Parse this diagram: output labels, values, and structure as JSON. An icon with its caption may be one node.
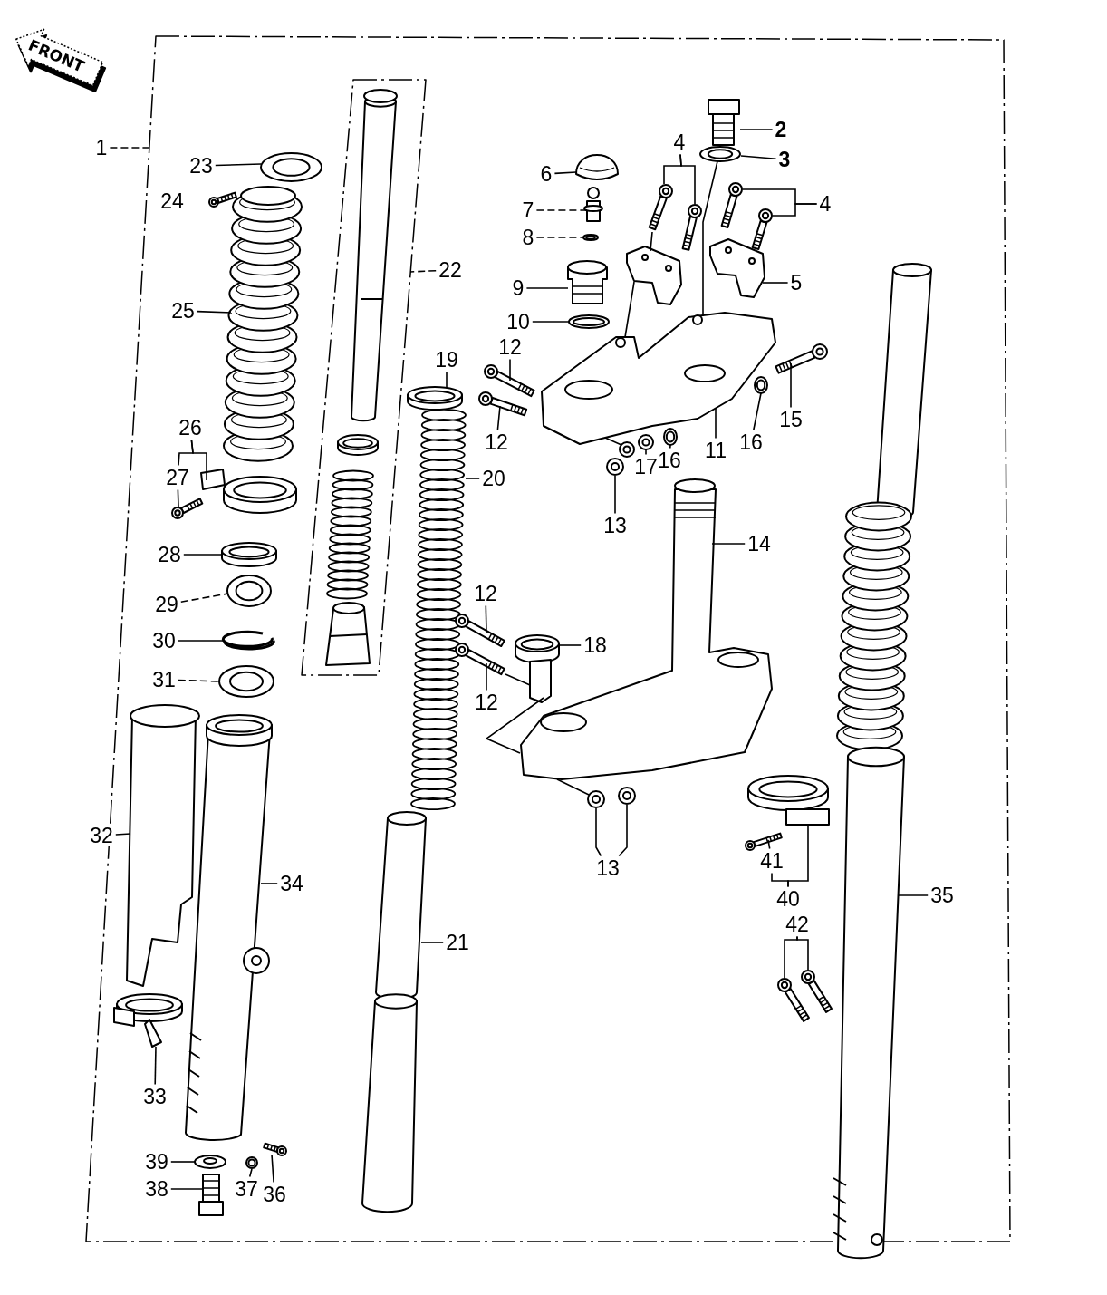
{
  "diagram": {
    "nodes": [
      {
        "text": [
          "1"
        ]
      },
      {
        "text": [
          "2"
        ]
      },
      {
        "text": [
          "3"
        ]
      },
      {
        "text": [
          "4"
        ]
      },
      {
        "text": [
          "4"
        ]
      },
      {
        "text": [
          "6"
        ]
      },
      {
        "text": [
          "7"
        ]
      },
      {
        "text": [
          "8"
        ]
      },
      {
        "text": [
          "22"
        ]
      },
      {
        "text": [
          "5"
        ]
      },
      {
        "text": [
          "9"
        ]
      },
      {
        "text": [
          "25"
        ]
      },
      {
        "text": [
          "10"
        ]
      },
      {
        "text": [
          "19"
        ]
      },
      {
        "text": [
          "12"
        ]
      },
      {
        "text": [
          "12"
        ]
      },
      {
        "text": [
          "15"
        ]
      },
      {
        "text": [
          "20"
        ]
      },
      {
        "text": [
          "26"
        ]
      },
      {
        "text": [
          "16"
        ]
      },
      {
        "text": [
          "11"
        ]
      },
      {
        "text": [
          "16"
        ]
      },
      {
        "text": [
          "17"
        ]
      },
      {
        "text": [
          "27"
        ]
      },
      {
        "text": [
          "13"
        ]
      },
      {
        "text": [
          "14"
        ]
      },
      {
        "text": [
          "28"
        ]
      },
      {
        "text": [
          "12"
        ]
      },
      {
        "text": [
          "29"
        ]
      },
      {
        "text": [
          "18"
        ]
      },
      {
        "text": [
          "30"
        ]
      },
      {
        "text": [
          "12"
        ]
      },
      {
        "text": [
          "31"
        ]
      },
      {
        "text": [
          "32"
        ]
      },
      {
        "text": [
          "34"
        ]
      },
      {
        "text": [
          "13"
        ]
      },
      {
        "text": [
          "40"
        ]
      },
      {
        "text": [
          "41"
        ]
      },
      {
        "text": [
          "35"
        ]
      },
      {
        "text": [
          "21"
        ]
      },
      {
        "text": [
          "42"
        ]
      },
      {
        "text": [
          "33"
        ]
      },
      {
        "text": [
          "39"
        ]
      },
      {
        "text": [
          "38"
        ]
      },
      {
        "text": [
          "37"
        ]
      },
      {
        "text": [
          "36"
        ]
      },
      {
        "text": [
          "23"
        ]
      },
      {
        "text": [],
        "shape": "picture"
      },
      {
        "text": [],
        "shape": "circle"
      },
      {
        "text": [],
        "shape": "picture"
      },
      {
        "text": [],
        "shape": "picture"
      },
      {
        "text": [],
        "shape": "picture"
      },
      {
        "text": [],
        "shape": "picture"
      },
      {
        "text": [],
        "shape": "picture"
      },
      {
        "text": [],
        "shape": "picture"
      },
      {
        "text": [],
        "shape": "circle"
      },
      {
        "text": [],
        "shape": "picture"
      },
      {
        "text": [],
        "shape": "picture"
      },
      {
        "text": [],
        "shape": "picture"
      },
      {
        "text": [],
        "shape": "picture"
      },
      {
        "text": [],
        "shape": "picture"
      },
      {
        "text": [],
        "shape": "picture"
      },
      {
        "text": [],
        "shape": "picture"
      },
      {
        "text": [],
        "shape": "picture"
      },
      {
        "text": [],
        "shape": "picture"
      },
      {
        "text": [],
        "shape": "picture"
      },
      {
        "text": [],
        "shape": "picture"
      },
      {
        "text": [],
        "shape": "circle"
      },
      {
        "text": [],
        "shape": "picture"
      },
      {
        "text": [],
        "shape": "circle"
      },
      {
        "text": [],
        "shape": "picture"
      },
      {
        "text": [],
        "shape": "picture"
      },
      {
        "text": [],
        "shape": "picture"
      },
      {
        "text": [],
        "shape": "picture"
      },
      {
        "text": [],
        "shape": "picture"
      },
      {
        "text": [],
        "shape": "circle"
      },
      {
        "text": [],
        "shape": "picture"
      },
      {
        "text": [],
        "shape": "picture"
      },
      {
        "text": [],
        "shape": "picture"
      },
      {
        "text": [],
        "shape": "circle"
      },
      {
        "text": [],
        "shape": "picture"
      },
      {
        "text": [],
        "shape": "picture"
      },
      {
        "text": [],
        "shape": "picture"
      },
      {
        "text": [],
        "shape": "picture"
      },
      {
        "text": [],
        "shape": "picture"
      },
      {
        "text": [],
        "shape": "picture"
      },
      {
        "text": [],
        "shape": "picture"
      },
      {
        "text": [],
        "shape": "picture"
      },
      {
        "text": [],
        "shape": "picture"
      },
      {
        "text": [],
        "shape": "picture"
      },
      {
        "text": [],
        "shape": "picture"
      },
      {
        "text": [],
        "shape": "picture"
      },
      {
        "text": [],
        "shape": "picture"
      },
      {
        "text": [],
        "shape": "circle"
      },
      {
        "text": [],
        "shape": "picture"
      },
      {
        "text": [],
        "shape": "circle"
      },
      {
        "text": [],
        "shape": "picture"
      },
      {
        "text": [
          "24"
        ]
      },
      {
        "text": [],
        "shape": "picture"
      }
    ],
    "edges": [
      {
        "from": 0,
        "to": null,
        "arrow": "none",
        "style": "dashed"
      },
      {
        "from": 1,
        "to": 47,
        "arrow": "none"
      },
      {
        "from": 2,
        "to": 48,
        "arrow": "none"
      },
      {
        "from": 3,
        "to": 49,
        "arrow": "none"
      },
      {
        "from": 3,
        "to": 50,
        "arrow": "none"
      },
      {
        "from": 4,
        "to": 51,
        "arrow": "none"
      },
      {
        "from": 4,
        "to": 52,
        "arrow": "none"
      },
      {
        "from": 5,
        "to": 53,
        "arrow": "none"
      },
      {
        "from": 6,
        "to": 54,
        "arrow": "none",
        "style": "dashed"
      },
      {
        "from": 7,
        "to": 55,
        "arrow": "none",
        "style": "dashed"
      },
      {
        "from": 8,
        "to": null,
        "arrow": "none",
        "style": "dashed"
      },
      {
        "from": 9,
        "to": 56,
        "arrow": "none"
      },
      {
        "from": 10,
        "to": 57,
        "arrow": "none"
      },
      {
        "from": 11,
        "to": 58,
        "arrow": "none"
      },
      {
        "from": 12,
        "to": 59,
        "arrow": "none"
      },
      {
        "from": 13,
        "to": 60,
        "arrow": "none"
      },
      {
        "from": 14,
        "to": 61,
        "arrow": "none"
      },
      {
        "from": 15,
        "to": 62,
        "arrow": "none"
      },
      {
        "from": 16,
        "to": 63,
        "arrow": "none"
      },
      {
        "from": 17,
        "to": 64,
        "arrow": "none"
      },
      {
        "from": 18,
        "to": 23,
        "arrow": "none"
      },
      {
        "from": 18,
        "to": 66,
        "arrow": "none"
      },
      {
        "from": 19,
        "to": 67,
        "arrow": "none"
      },
      {
        "from": 20,
        "to": 68,
        "arrow": "none"
      },
      {
        "from": 21,
        "to": 69,
        "arrow": "none"
      },
      {
        "from": 22,
        "to": 70,
        "arrow": "none"
      },
      {
        "from": 23,
        "to": 65,
        "arrow": "none"
      },
      {
        "from": 24,
        "to": 71,
        "arrow": "none"
      },
      {
        "from": 25,
        "to": 72,
        "arrow": "none"
      },
      {
        "from": 26,
        "to": 73,
        "arrow": "none"
      },
      {
        "from": 27,
        "to": 74,
        "arrow": "none"
      },
      {
        "from": 28,
        "to": 75,
        "arrow": "none",
        "style": "dashed"
      },
      {
        "from": 29,
        "to": 76,
        "arrow": "none"
      },
      {
        "from": 30,
        "to": 77,
        "arrow": "none"
      },
      {
        "from": 31,
        "to": 78,
        "arrow": "none"
      },
      {
        "from": 32,
        "to": 79,
        "arrow": "none",
        "style": "dashed"
      },
      {
        "from": 33,
        "to": 80,
        "arrow": "none"
      },
      {
        "from": 34,
        "to": 81,
        "arrow": "none"
      },
      {
        "from": 35,
        "to": 82,
        "arrow": "none"
      },
      {
        "from": 35,
        "to": 83,
        "arrow": "none"
      },
      {
        "from": 36,
        "to": 37,
        "arrow": "none"
      },
      {
        "from": 36,
        "to": 84,
        "arrow": "none"
      },
      {
        "from": 37,
        "to": 85,
        "arrow": "none"
      },
      {
        "from": 38,
        "to": 86,
        "arrow": "none"
      },
      {
        "from": 39,
        "to": 87,
        "arrow": "none"
      },
      {
        "from": 40,
        "to": 88,
        "arrow": "none"
      },
      {
        "from": 40,
        "to": 89,
        "arrow": "none"
      },
      {
        "from": 41,
        "to": 90,
        "arrow": "none"
      },
      {
        "from": 42,
        "to": 91,
        "arrow": "none"
      },
      {
        "from": 43,
        "to": 92,
        "arrow": "none"
      },
      {
        "from": 44,
        "to": 93,
        "arrow": "none"
      },
      {
        "from": 45,
        "to": 94,
        "arrow": "none"
      },
      {
        "from": 46,
        "to": 95,
        "arrow": "none"
      },
      {
        "from": 48,
        "to": 68,
        "arrow": "none"
      },
      {
        "from": 78,
        "to": 76,
        "arrow": "none"
      },
      {
        "from": 76,
        "to": 72,
        "arrow": "none"
      },
      {
        "from": 72,
        "to": 82,
        "arrow": "none"
      },
      {
        "from": 68,
        "to": 96,
        "arrow": "none"
      },
      {
        "from": 49,
        "to": 98,
        "arrow": "none"
      },
      {
        "from": 98,
        "to": 68,
        "arrow": "none"
      }
    ],
    "labels": [
      "FRONT"
    ]
  }
}
